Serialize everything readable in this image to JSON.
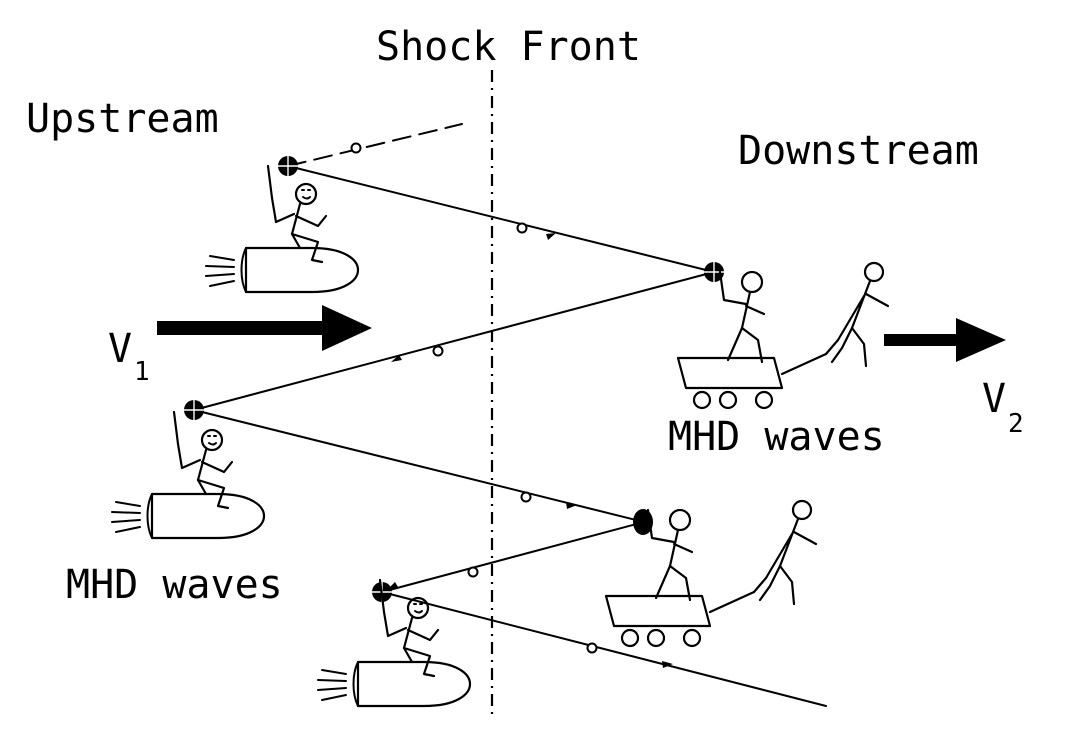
{
  "labels": {
    "shock_front": "Shock Front",
    "upstream": "Upstream",
    "downstream": "Downstream",
    "v1_letter": "V",
    "v1_sub": "1",
    "v2_letter": "V",
    "v2_sub": "2",
    "mhd_waves_downstream": "MHD waves",
    "mhd_waves_upstream": "MHD waves"
  },
  "icons": {
    "upstream_wave": "stick-figure-riding-rocket",
    "downstream_wave": "stick-figure-on-cart-pulled-by-runner",
    "particle": "charged-particle",
    "flow_arrow": "bold-right-arrow"
  },
  "colors": {
    "ink": "#000000",
    "background": "#ffffff"
  }
}
